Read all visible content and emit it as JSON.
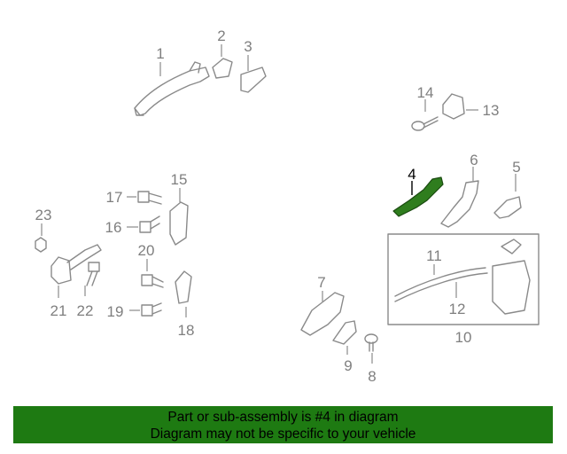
{
  "diagram": {
    "highlighted_part": "4",
    "callouts": [
      "1",
      "2",
      "3",
      "4",
      "5",
      "6",
      "7",
      "8",
      "9",
      "10",
      "11",
      "12",
      "13",
      "14",
      "15",
      "16",
      "17",
      "18",
      "19",
      "20",
      "21",
      "22",
      "23"
    ]
  },
  "banner": {
    "line1": "Part or sub-assembly is #4 in diagram",
    "line2": "Diagram may not be specific to your vehicle",
    "background_color": "#1e7a12"
  },
  "colors": {
    "part_outline": "#8a8a8a",
    "highlight_fill": "#2f7d1e"
  }
}
